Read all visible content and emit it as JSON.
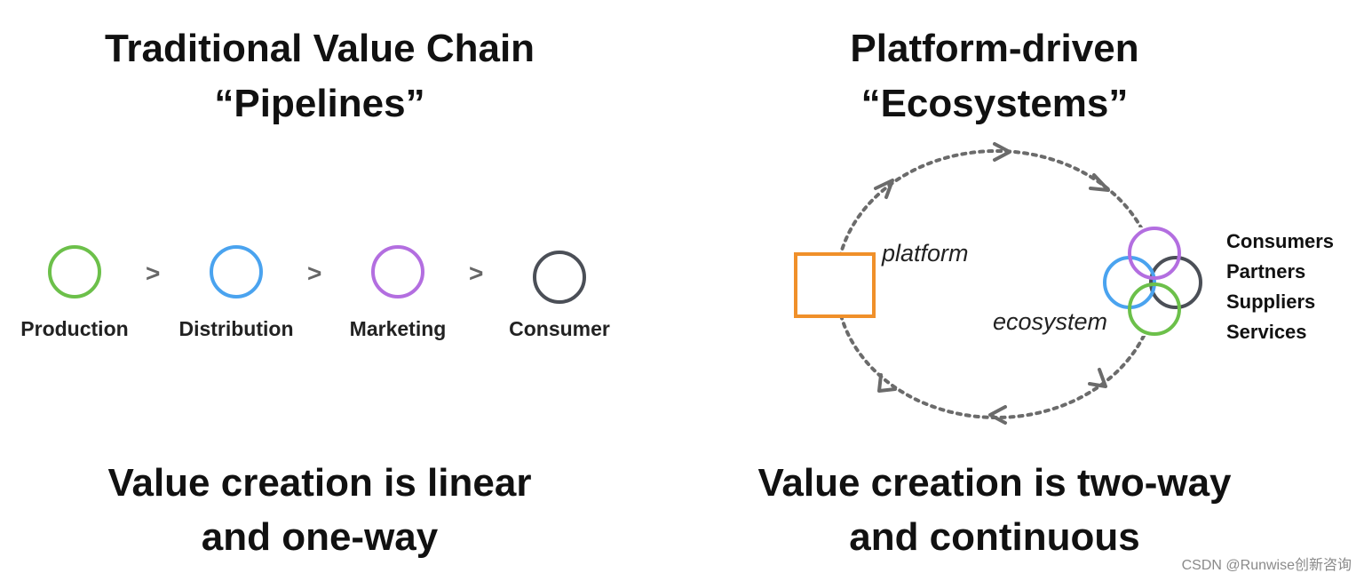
{
  "left": {
    "title_line1": "Traditional Value Chain",
    "title_line2": "“Pipelines”",
    "stages": [
      {
        "label": "Production",
        "color": "#6cc04a"
      },
      {
        "label": "Distribution",
        "color": "#4aa3ef"
      },
      {
        "label": "Marketing",
        "color": "#b36ee0"
      },
      {
        "label": "Consumer",
        "color": "#4b4f57"
      }
    ],
    "separator": ">",
    "summary_line1": "Value creation is linear",
    "summary_line2": "and one-way"
  },
  "right": {
    "title_line1": "Platform-driven",
    "title_line2": "“Ecosystems”",
    "platform_label": "platform",
    "ecosystem_label": "ecosystem",
    "platform_color": "#f0902a",
    "loop_color": "#6b6b6b",
    "participants": [
      "Consumers",
      "Partners",
      "Suppliers",
      "Services"
    ],
    "summary_line1": "Value creation is two-way",
    "summary_line2": "and continuous"
  },
  "watermark": "CSDN @Runwise创新咨询"
}
